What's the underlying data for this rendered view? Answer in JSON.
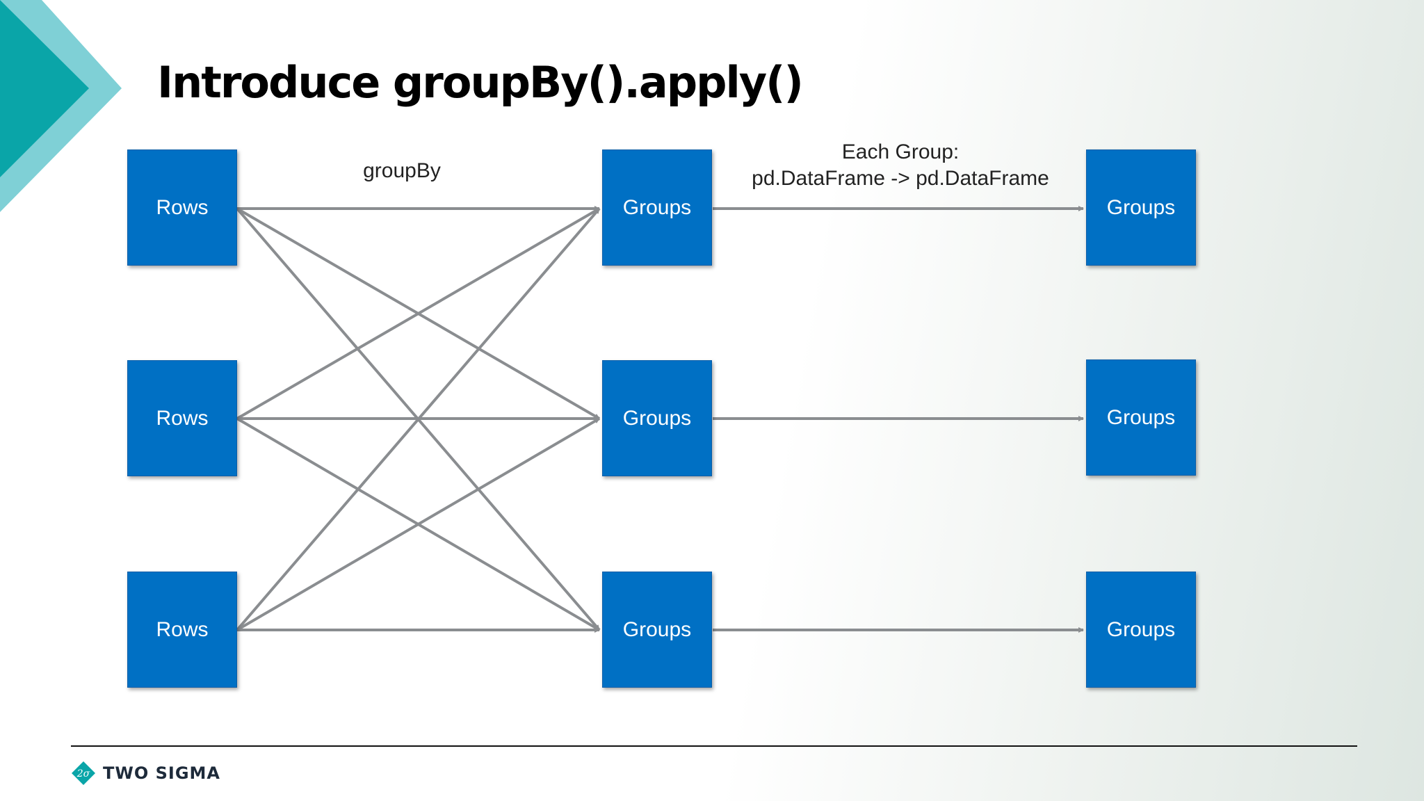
{
  "slide": {
    "title": "Introduce groupBy().apply()"
  },
  "diagram": {
    "edge_labels": {
      "groupby": "groupBy",
      "apply_line1": "Each Group:",
      "apply_line2": "pd.DataFrame -> pd.DataFrame"
    },
    "input_nodes": [
      {
        "label": "Rows"
      },
      {
        "label": "Rows"
      },
      {
        "label": "Rows"
      }
    ],
    "group_nodes": [
      {
        "label": "Groups"
      },
      {
        "label": "Groups"
      },
      {
        "label": "Groups"
      }
    ],
    "output_nodes": [
      {
        "label": "Groups"
      },
      {
        "label": "Groups"
      },
      {
        "label": "Groups"
      }
    ],
    "colors": {
      "node_fill": "#0070c4",
      "edge": "#8a8d90",
      "accent_teal": "#0aa5a8",
      "accent_light_teal": "#7fd0d6"
    }
  },
  "footer": {
    "brand": "TWO SIGMA"
  }
}
